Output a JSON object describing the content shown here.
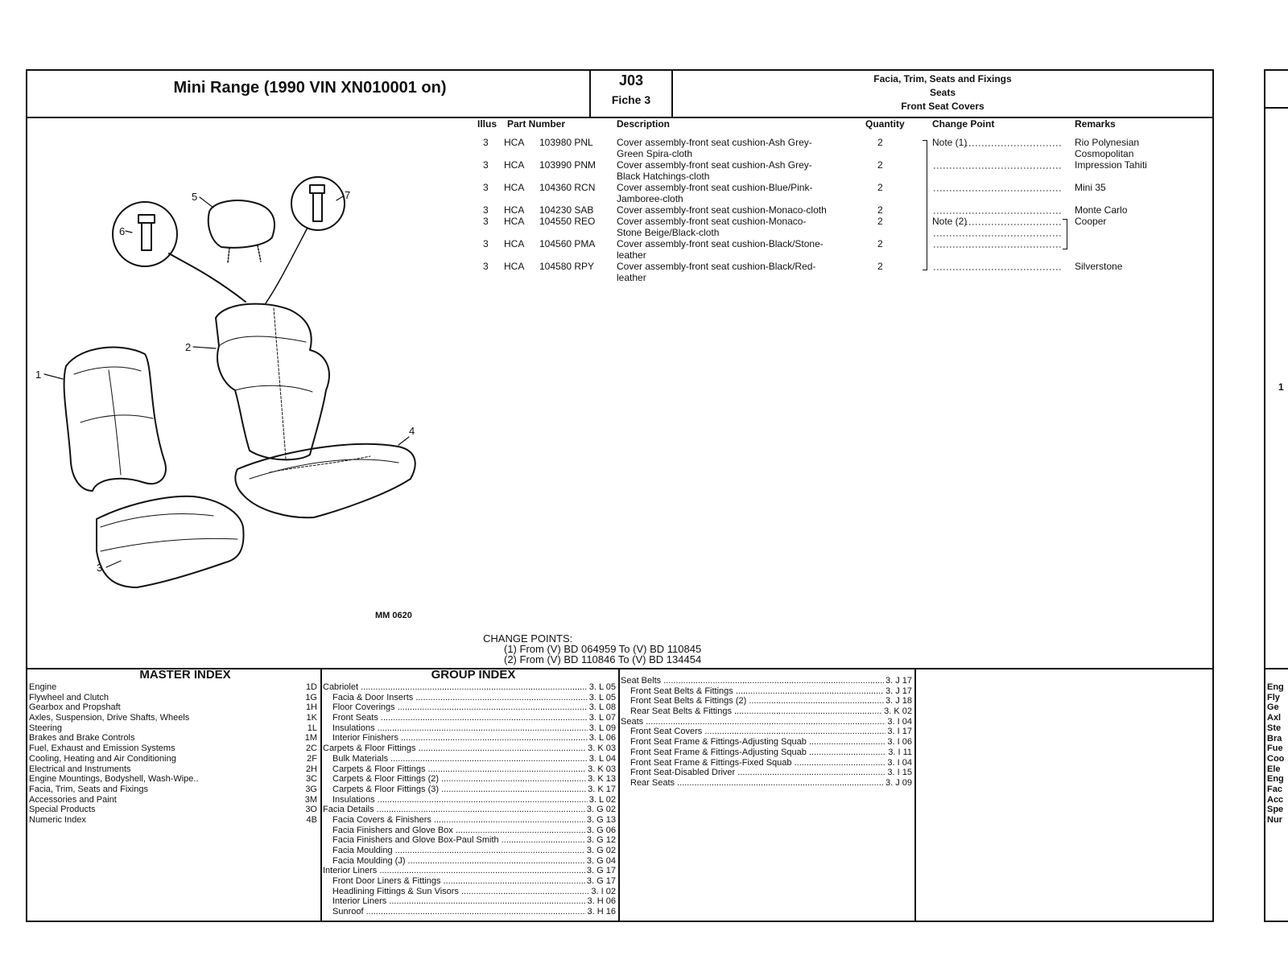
{
  "header": {
    "title": "Mini Range (1990 VIN XN010001 on)",
    "code": "J03",
    "fiche": "Fiche 3",
    "section": "Facia, Trim, Seats and Fixings",
    "subsection": "Seats",
    "group": "Front Seat Covers"
  },
  "table": {
    "headings": {
      "illus": "Illus",
      "part_number": "Part Number",
      "description": "Description",
      "quantity": "Quantity",
      "change_point": "Change Point",
      "remarks": "Remarks"
    },
    "rows": [
      {
        "illus": "3",
        "prefix": "HCA",
        "number": "103980 PNL",
        "desc1": "Cover assembly-front seat cushion-Ash Grey-",
        "desc2": "Green Spira-cloth",
        "qty": "2",
        "change": "Note (1)",
        "remark1": "Rio Polynesian",
        "remark2": "Cosmopolitan"
      },
      {
        "illus": "3",
        "prefix": "HCA",
        "number": "103990 PNM",
        "desc1": "Cover assembly-front seat cushion-Ash Grey-",
        "desc2": "Black Hatchings-cloth",
        "qty": "2",
        "change": "",
        "remark1": "Impression Tahiti",
        "remark2": ""
      },
      {
        "illus": "3",
        "prefix": "HCA",
        "number": "104360 RCN",
        "desc1": "Cover assembly-front seat cushion-Blue/Pink-",
        "desc2": "Jamboree-cloth",
        "qty": "2",
        "change": "",
        "remark1": "Mini 35",
        "remark2": ""
      },
      {
        "illus": "3",
        "prefix": "HCA",
        "number": "104230 SAB",
        "desc1": "Cover assembly-front seat cushion-Monaco-cloth",
        "desc2": "",
        "qty": "2",
        "change": "",
        "remark1": "Monte Carlo",
        "remark2": ""
      },
      {
        "illus": "3",
        "prefix": "HCA",
        "number": "104550 REO",
        "desc1": "Cover assembly-front seat cushion-Monaco-",
        "desc2": "Stone Beige/Black-cloth",
        "qty": "2",
        "change": "Note (2)",
        "remark1": "Cooper",
        "remark2": ""
      },
      {
        "illus": "3",
        "prefix": "HCA",
        "number": "104560 PMA",
        "desc1": "Cover assembly-front seat cushion-Black/Stone-",
        "desc2": "leather",
        "qty": "2",
        "change": "",
        "remark1": "",
        "remark2": ""
      },
      {
        "illus": "3",
        "prefix": "HCA",
        "number": "104580 RPY",
        "desc1": "Cover assembly-front seat cushion-Black/Red-",
        "desc2": "leather",
        "qty": "2",
        "change": "",
        "remark1": "Silverstone",
        "remark2": ""
      }
    ]
  },
  "drawing": {
    "drawing_number": "MM 0620",
    "callouts": [
      "1",
      "2",
      "3",
      "4",
      "5",
      "6",
      "7"
    ]
  },
  "change_points": {
    "title": "CHANGE POINTS:",
    "point1": "(1) From (V) BD 064959 To (V) BD 110845",
    "point2": "(2) From (V) BD 110846 To (V) BD 134454"
  },
  "master_index": {
    "title": "MASTER INDEX",
    "items": [
      {
        "label": "Engine",
        "code": "1D"
      },
      {
        "label": "Flywheel and Clutch",
        "code": "1G"
      },
      {
        "label": "Gearbox and Propshaft",
        "code": "1H"
      },
      {
        "label": "Axles, Suspension, Drive Shafts, Wheels",
        "code": "1K"
      },
      {
        "label": "Steering",
        "code": "1L"
      },
      {
        "label": "Brakes and Brake Controls",
        "code": "1M"
      },
      {
        "label": "Fuel, Exhaust and Emission Systems",
        "code": "2C"
      },
      {
        "label": "Cooling, Heating and Air Conditioning",
        "code": "2F"
      },
      {
        "label": "Electrical and Instruments",
        "code": "2H"
      },
      {
        "label": "Engine Mountings, Bodyshell, Wash-Wipe..",
        "code": "3C"
      },
      {
        "label": "Facia, Trim, Seats and Fixings",
        "code": "3G"
      },
      {
        "label": "Accessories and Paint",
        "code": "3M"
      },
      {
        "label": "Special Products",
        "code": "3O"
      },
      {
        "label": "Numeric Index",
        "code": "4B"
      }
    ]
  },
  "group_index": {
    "title": "GROUP INDEX",
    "items": [
      {
        "label": "Cabriolet",
        "code": "3. L 05",
        "sub": false
      },
      {
        "label": "Facia & Door Inserts",
        "code": "3. L 05",
        "sub": true
      },
      {
        "label": "Floor Coverings",
        "code": "3. L 08",
        "sub": true
      },
      {
        "label": "Front Seats",
        "code": "3. L 07",
        "sub": true
      },
      {
        "label": "Insulations",
        "code": "3. L 09",
        "sub": true
      },
      {
        "label": "Interior Finishers",
        "code": "3. L 06",
        "sub": true
      },
      {
        "label": "Carpets & Floor Fittings",
        "code": "3. K 03",
        "sub": false
      },
      {
        "label": "Bulk Materials",
        "code": "3. L 04",
        "sub": true
      },
      {
        "label": "Carpets & Floor Fittings",
        "code": "3. K 03",
        "sub": true
      },
      {
        "label": "Carpets & Floor Fittings (2)",
        "code": "3. K 13",
        "sub": true
      },
      {
        "label": "Carpets & Floor Fittings (3)",
        "code": "3. K 17",
        "sub": true
      },
      {
        "label": "Insulations",
        "code": "3. L 02",
        "sub": true
      },
      {
        "label": "Facia Details",
        "code": "3. G 02",
        "sub": false
      },
      {
        "label": "Facia Covers & Finishers",
        "code": "3. G 13",
        "sub": true
      },
      {
        "label": "Facia Finishers and Glove Box",
        "code": "3. G 06",
        "sub": true
      },
      {
        "label": "Facia Finishers and Glove Box-Paul Smith",
        "code": "3. G 12",
        "sub": true
      },
      {
        "label": "Facia Moulding",
        "code": "3. G 02",
        "sub": true
      },
      {
        "label": "Facia Moulding (J)",
        "code": "3. G 04",
        "sub": true
      },
      {
        "label": "Interior Liners",
        "code": "3. G 17",
        "sub": false
      },
      {
        "label": "Front Door Liners & Fittings",
        "code": "3. G 17",
        "sub": true
      },
      {
        "label": "Headlining Fittings & Sun Visors",
        "code": "3. I 02",
        "sub": true
      },
      {
        "label": "Interior Liners",
        "code": "3. H 06",
        "sub": true
      },
      {
        "label": "Sunroof",
        "code": "3. H 16",
        "sub": true
      }
    ]
  },
  "group_index_2": {
    "items": [
      {
        "label": "Seat Belts",
        "code": "3. J 17",
        "sub": false
      },
      {
        "label": "Front Seat Belts & Fittings",
        "code": "3. J 17",
        "sub": true
      },
      {
        "label": "Front Seat Belts & Fittings (2)",
        "code": "3. J 18",
        "sub": true
      },
      {
        "label": "Rear Seat Belts & Fittings",
        "code": "3. K 02",
        "sub": true
      },
      {
        "label": "Seats",
        "code": "3. I 04",
        "sub": false
      },
      {
        "label": "Front Seat Covers",
        "code": "3. I 17",
        "sub": true
      },
      {
        "label": "Front Seat Frame & Fittings-Adjusting Squab",
        "code": "3. I 06",
        "sub": true
      },
      {
        "label": "Front Seat Frame & Fittings-Adjusting Squab",
        "code": "3. I 11",
        "sub": true
      },
      {
        "label": "Front Seat Frame & Fittings-Fixed Squab",
        "code": "3. I 04",
        "sub": true
      },
      {
        "label": "Front Seat-Disabled Driver",
        "code": "3. I 15",
        "sub": true
      },
      {
        "label": "Rear Seats",
        "code": "3. J 09",
        "sub": true
      }
    ]
  },
  "edge_page": {
    "callout": "1",
    "letters": [
      "Eng",
      "Fly",
      "Ge",
      "Axl",
      "Ste",
      "Bra",
      "Fue",
      "Coo",
      "Ele",
      "Eng",
      "Fac",
      "Acc",
      "Spe",
      "Nur"
    ]
  }
}
